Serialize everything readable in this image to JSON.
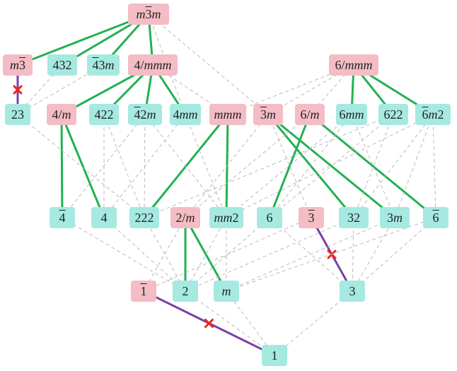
{
  "colors": {
    "centro_fill": "#f4bcc4",
    "noncentro_fill": "#a5e9e1",
    "strong_edge": "#22b153",
    "dashed_edge": "#b9b9b9",
    "special_edge": "#7a3fa8",
    "forbidden_mark": "#e8271b"
  },
  "legend_note": "",
  "nodes": [
    {
      "id": "m3m",
      "centro": true,
      "parts": [
        {
          "t": "m",
          "i": 1
        },
        {
          "t": "3",
          "b": 1
        },
        {
          "t": "m",
          "i": 1
        }
      ]
    },
    {
      "id": "m3",
      "centro": true,
      "parts": [
        {
          "t": "m",
          "i": 1
        },
        {
          "t": "3",
          "b": 1
        }
      ]
    },
    {
      "id": "432",
      "centro": false,
      "parts": [
        {
          "t": "432"
        }
      ]
    },
    {
      "id": "43m",
      "centro": false,
      "parts": [
        {
          "t": "4",
          "b": 1
        },
        {
          "t": "3"
        },
        {
          "t": "m",
          "i": 1
        }
      ]
    },
    {
      "id": "4mmm",
      "centro": true,
      "parts": [
        {
          "t": "4/"
        },
        {
          "t": "mmm",
          "i": 1
        }
      ]
    },
    {
      "id": "6mmm",
      "centro": true,
      "parts": [
        {
          "t": "6/"
        },
        {
          "t": "mmm",
          "i": 1
        }
      ]
    },
    {
      "id": "23",
      "centro": false,
      "parts": [
        {
          "t": "23"
        }
      ]
    },
    {
      "id": "4m",
      "centro": true,
      "parts": [
        {
          "t": "4/"
        },
        {
          "t": "m",
          "i": 1
        }
      ]
    },
    {
      "id": "422",
      "centro": false,
      "parts": [
        {
          "t": "422"
        }
      ]
    },
    {
      "id": "42m",
      "centro": false,
      "parts": [
        {
          "t": "4",
          "b": 1
        },
        {
          "t": "2"
        },
        {
          "t": "m",
          "i": 1
        }
      ]
    },
    {
      "id": "4mm",
      "centro": false,
      "parts": [
        {
          "t": "4"
        },
        {
          "t": "mm",
          "i": 1
        }
      ]
    },
    {
      "id": "mmm",
      "centro": true,
      "parts": [
        {
          "t": "mmm",
          "i": 1
        }
      ]
    },
    {
      "id": "3m",
      "centro": true,
      "parts": [
        {
          "t": "3",
          "b": 1
        },
        {
          "t": "m",
          "i": 1
        }
      ]
    },
    {
      "id": "6m",
      "centro": true,
      "parts": [
        {
          "t": "6/"
        },
        {
          "t": "m",
          "i": 1
        }
      ]
    },
    {
      "id": "6mm",
      "centro": false,
      "parts": [
        {
          "t": "6"
        },
        {
          "t": "mm",
          "i": 1
        }
      ]
    },
    {
      "id": "622",
      "centro": false,
      "parts": [
        {
          "t": "622"
        }
      ]
    },
    {
      "id": "6m2",
      "centro": false,
      "parts": [
        {
          "t": "6",
          "b": 1
        },
        {
          "t": "m",
          "i": 1
        },
        {
          "t": "2"
        }
      ]
    },
    {
      "id": "4b",
      "centro": false,
      "parts": [
        {
          "t": "4",
          "b": 1
        }
      ]
    },
    {
      "id": "4",
      "centro": false,
      "parts": [
        {
          "t": "4"
        }
      ]
    },
    {
      "id": "222",
      "centro": false,
      "parts": [
        {
          "t": "222"
        }
      ]
    },
    {
      "id": "2m",
      "centro": true,
      "parts": [
        {
          "t": "2/"
        },
        {
          "t": "m",
          "i": 1
        }
      ]
    },
    {
      "id": "mm2",
      "centro": false,
      "parts": [
        {
          "t": "mm",
          "i": 1
        },
        {
          "t": "2"
        }
      ]
    },
    {
      "id": "6",
      "centro": false,
      "parts": [
        {
          "t": "6"
        }
      ]
    },
    {
      "id": "3b",
      "centro": true,
      "parts": [
        {
          "t": "3",
          "b": 1
        }
      ]
    },
    {
      "id": "32",
      "centro": false,
      "parts": [
        {
          "t": "32"
        }
      ]
    },
    {
      "id": "3mm",
      "centro": false,
      "parts": [
        {
          "t": "3"
        },
        {
          "t": "m",
          "i": 1
        }
      ]
    },
    {
      "id": "6b",
      "centro": false,
      "parts": [
        {
          "t": "6",
          "b": 1
        }
      ]
    },
    {
      "id": "1b",
      "centro": true,
      "parts": [
        {
          "t": "1",
          "b": 1
        }
      ]
    },
    {
      "id": "2",
      "centro": false,
      "parts": [
        {
          "t": "2"
        }
      ]
    },
    {
      "id": "m",
      "centro": false,
      "parts": [
        {
          "t": "m",
          "i": 1
        }
      ]
    },
    {
      "id": "3",
      "centro": false,
      "parts": [
        {
          "t": "3"
        }
      ]
    },
    {
      "id": "1",
      "centro": false,
      "parts": [
        {
          "t": "1"
        }
      ]
    }
  ],
  "edges": [
    {
      "from": "m3m",
      "to": "432",
      "kind": "strong"
    },
    {
      "from": "m3m",
      "to": "43m",
      "kind": "strong"
    },
    {
      "from": "m3m",
      "to": "4mmm",
      "kind": "strong"
    },
    {
      "from": "m3m",
      "to": "m3",
      "kind": "strong"
    },
    {
      "from": "m3m",
      "to": "3m",
      "kind": "dashed"
    },
    {
      "from": "m3",
      "to": "23",
      "kind": "special",
      "forbidden": true
    },
    {
      "from": "432",
      "to": "23",
      "kind": "dashed"
    },
    {
      "from": "43m",
      "to": "23",
      "kind": "dashed"
    },
    {
      "from": "m3m",
      "to": "4mm",
      "kind": "dashed"
    },
    {
      "from": "4mmm",
      "to": "4m",
      "kind": "strong"
    },
    {
      "from": "4mmm",
      "to": "422",
      "kind": "strong"
    },
    {
      "from": "4mmm",
      "to": "42m",
      "kind": "strong"
    },
    {
      "from": "4mmm",
      "to": "4mm",
      "kind": "strong"
    },
    {
      "from": "4mmm",
      "to": "mmm",
      "kind": "dashed"
    },
    {
      "from": "6mmm",
      "to": "6mm",
      "kind": "strong"
    },
    {
      "from": "6mmm",
      "to": "622",
      "kind": "strong"
    },
    {
      "from": "6mmm",
      "to": "6m2",
      "kind": "strong"
    },
    {
      "from": "6mmm",
      "to": "6m",
      "kind": "dashed"
    },
    {
      "from": "6mmm",
      "to": "3m",
      "kind": "dashed"
    },
    {
      "from": "6mmm",
      "to": "mmm",
      "kind": "dashed"
    },
    {
      "from": "4m",
      "to": "4b",
      "kind": "strong"
    },
    {
      "from": "4m",
      "to": "4",
      "kind": "strong"
    },
    {
      "from": "mmm",
      "to": "222",
      "kind": "strong"
    },
    {
      "from": "mmm",
      "to": "mm2",
      "kind": "strong"
    },
    {
      "from": "3m",
      "to": "32",
      "kind": "strong"
    },
    {
      "from": "3m",
      "to": "3mm",
      "kind": "strong"
    },
    {
      "from": "6m",
      "to": "6",
      "kind": "strong"
    },
    {
      "from": "6m",
      "to": "6b",
      "kind": "strong"
    },
    {
      "from": "422",
      "to": "4",
      "kind": "dashed"
    },
    {
      "from": "422",
      "to": "222",
      "kind": "dashed"
    },
    {
      "from": "42m",
      "to": "4b",
      "kind": "dashed"
    },
    {
      "from": "42m",
      "to": "222",
      "kind": "dashed"
    },
    {
      "from": "42m",
      "to": "mm2",
      "kind": "dashed"
    },
    {
      "from": "4mm",
      "to": "4",
      "kind": "dashed"
    },
    {
      "from": "4mm",
      "to": "mm2",
      "kind": "dashed"
    },
    {
      "from": "6mm",
      "to": "6",
      "kind": "dashed"
    },
    {
      "from": "6mm",
      "to": "3mm",
      "kind": "dashed"
    },
    {
      "from": "6mm",
      "to": "mm2",
      "kind": "dashed"
    },
    {
      "from": "622",
      "to": "32",
      "kind": "dashed"
    },
    {
      "from": "622",
      "to": "6",
      "kind": "dashed"
    },
    {
      "from": "622",
      "to": "222",
      "kind": "dashed"
    },
    {
      "from": "6m2",
      "to": "6b",
      "kind": "dashed"
    },
    {
      "from": "6m2",
      "to": "3mm",
      "kind": "dashed"
    },
    {
      "from": "6m2",
      "to": "32",
      "kind": "dashed"
    },
    {
      "from": "6m2",
      "to": "mm2",
      "kind": "dashed"
    },
    {
      "from": "3m",
      "to": "3b",
      "kind": "dashed"
    },
    {
      "from": "3m",
      "to": "2m",
      "kind": "dashed"
    },
    {
      "from": "6m",
      "to": "2m",
      "kind": "dashed"
    },
    {
      "from": "2m",
      "to": "2",
      "kind": "strong"
    },
    {
      "from": "2m",
      "to": "m",
      "kind": "strong"
    },
    {
      "from": "2m",
      "to": "1b",
      "kind": "dashed"
    },
    {
      "from": "3b",
      "to": "3",
      "kind": "special",
      "forbidden": true
    },
    {
      "from": "3b",
      "to": "1b",
      "kind": "dashed"
    },
    {
      "from": "1b",
      "to": "1",
      "kind": "special",
      "forbidden": true
    },
    {
      "from": "4b",
      "to": "2",
      "kind": "dashed"
    },
    {
      "from": "4",
      "to": "2",
      "kind": "dashed"
    },
    {
      "from": "222",
      "to": "2",
      "kind": "dashed"
    },
    {
      "from": "mm2",
      "to": "2",
      "kind": "dashed"
    },
    {
      "from": "mm2",
      "to": "m",
      "kind": "dashed"
    },
    {
      "from": "6",
      "to": "2",
      "kind": "dashed"
    },
    {
      "from": "6",
      "to": "3",
      "kind": "dashed"
    },
    {
      "from": "32",
      "to": "2",
      "kind": "dashed"
    },
    {
      "from": "32",
      "to": "3",
      "kind": "dashed"
    },
    {
      "from": "3mm",
      "to": "m",
      "kind": "dashed"
    },
    {
      "from": "3mm",
      "to": "3",
      "kind": "dashed"
    },
    {
      "from": "6b",
      "to": "m",
      "kind": "dashed"
    },
    {
      "from": "6b",
      "to": "3",
      "kind": "dashed"
    },
    {
      "from": "2",
      "to": "1",
      "kind": "dashed"
    },
    {
      "from": "m",
      "to": "1",
      "kind": "dashed"
    },
    {
      "from": "3",
      "to": "1",
      "kind": "dashed"
    },
    {
      "from": "23",
      "to": "222",
      "kind": "dashed"
    }
  ]
}
